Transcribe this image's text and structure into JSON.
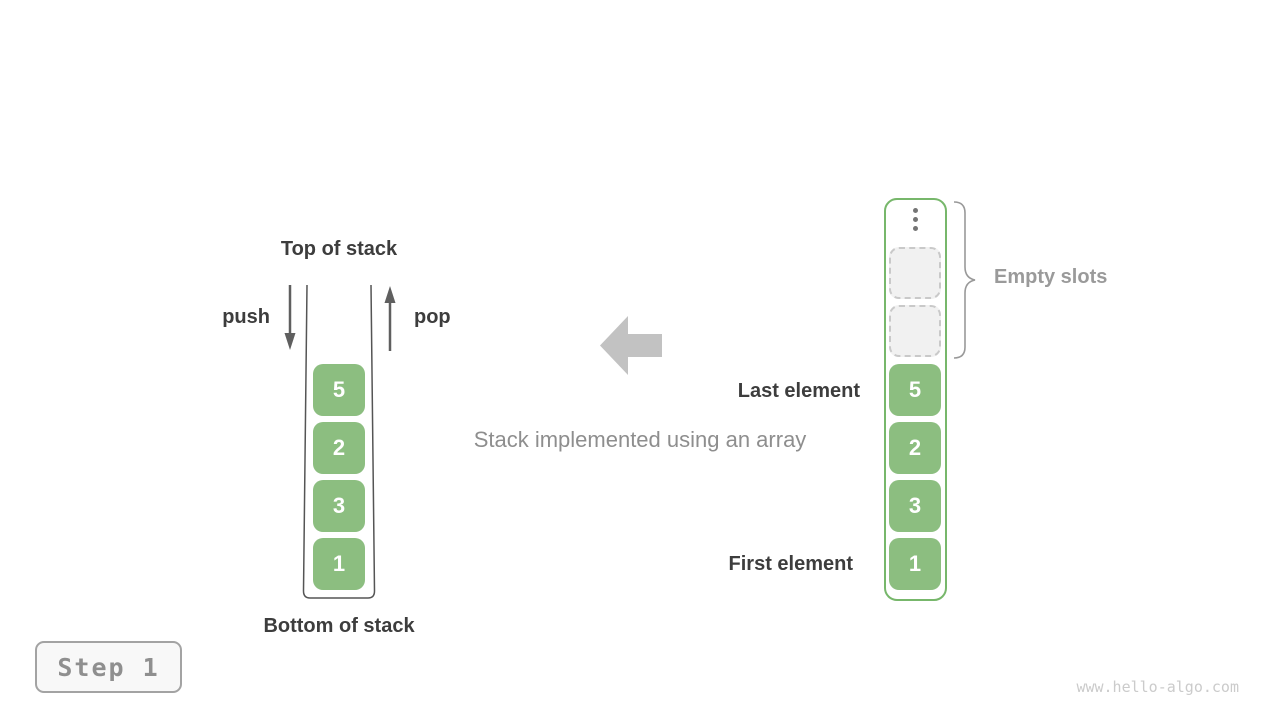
{
  "left_stack": {
    "top_label": "Top of stack",
    "bottom_label": "Bottom of stack",
    "push_label": "push",
    "pop_label": "pop",
    "cells": [
      "5",
      "2",
      "3",
      "1"
    ]
  },
  "caption": {
    "text": "Stack implemented using an array"
  },
  "right_array": {
    "cells": [
      "5",
      "2",
      "3",
      "1"
    ],
    "empty_slot_count": 2,
    "labels": {
      "empty_slots": "Empty slots",
      "last_element": "Last element",
      "first_element": "First element"
    }
  },
  "footer": {
    "step_label": "Step 1",
    "watermark": "www.hello-algo.com"
  },
  "colors": {
    "cell_green": "#8cbe80",
    "array_border_green": "#77b76b",
    "text_dark": "#3d3d3d",
    "muted_gray": "#9a9a9a",
    "big_arrow_gray": "#c2c2c2",
    "small_arrow_gray": "#5f5f5f",
    "empty_slot_fill": "#f1f1f1"
  }
}
